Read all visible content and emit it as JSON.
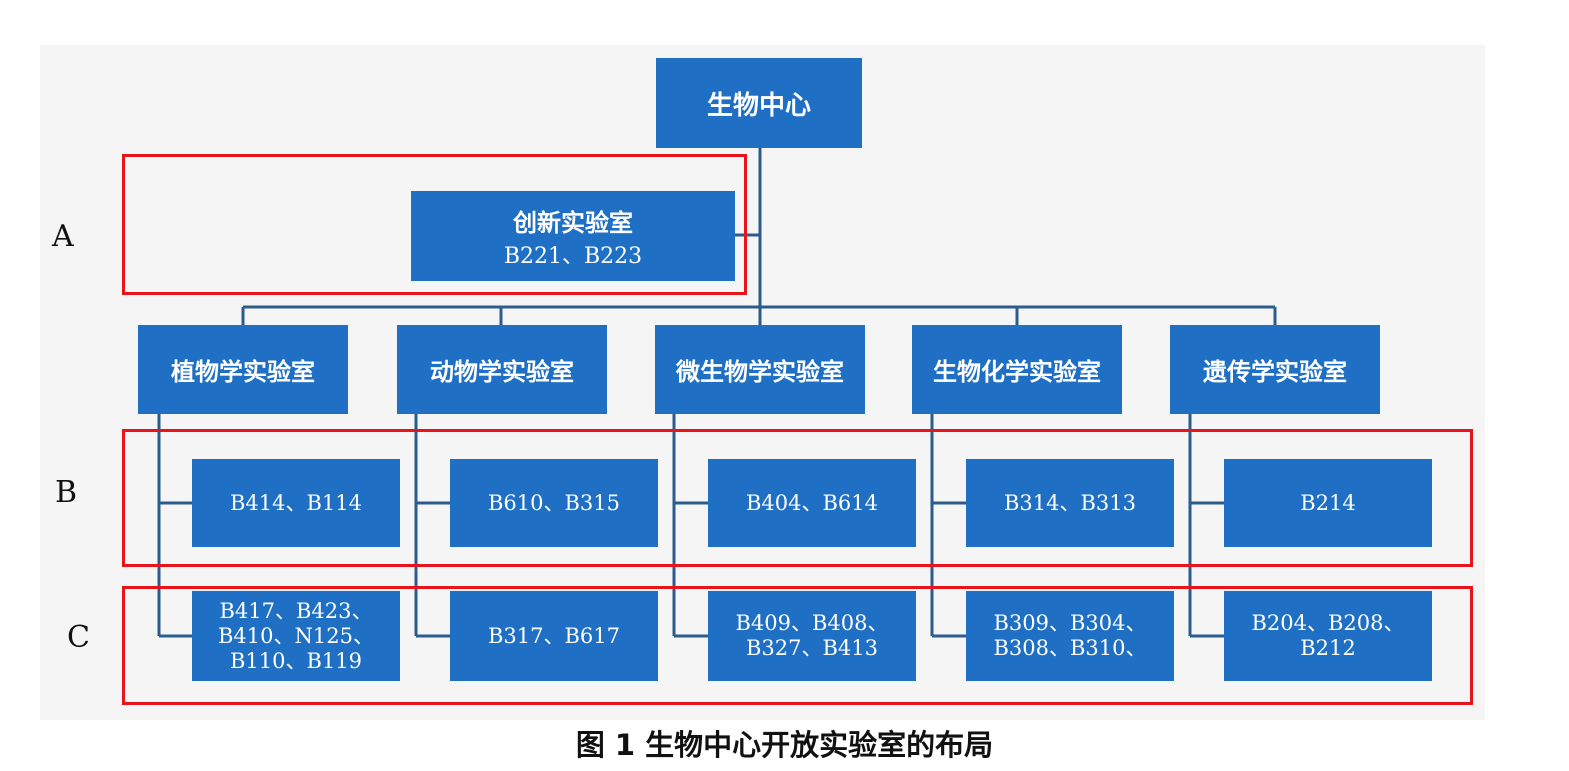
{
  "root": {
    "label": "生物中心"
  },
  "innovation": {
    "name": "创新实验室",
    "rooms": "B221、B223"
  },
  "row_labels": {
    "a": "A",
    "b": "B",
    "c": "C"
  },
  "departments": [
    {
      "name": "植物学实验室",
      "rooms_b": [
        "B414、B114"
      ],
      "rooms_c": [
        "B417、B423、",
        "B410、N125、",
        "B110、B119"
      ]
    },
    {
      "name": "动物学实验室",
      "rooms_b": [
        "B610、B315"
      ],
      "rooms_c": [
        "B317、B617"
      ]
    },
    {
      "name": "微生物学实验室",
      "rooms_b": [
        "B404、B614"
      ],
      "rooms_c": [
        "B409、B408、",
        "B327、B413"
      ]
    },
    {
      "name": "生物化学实验室",
      "rooms_b": [
        "B314、B313"
      ],
      "rooms_c": [
        "B309、B304、",
        "B308、B310、"
      ]
    },
    {
      "name": "遗传学实验室",
      "rooms_b": [
        "B214"
      ],
      "rooms_c": [
        "B204、B208、",
        "B212"
      ]
    }
  ],
  "caption": "图 1  生物中心开放实验室的布局",
  "colors": {
    "box": "#1f6fc4",
    "line": "#2b5c8e",
    "highlight": "#e8141b"
  }
}
